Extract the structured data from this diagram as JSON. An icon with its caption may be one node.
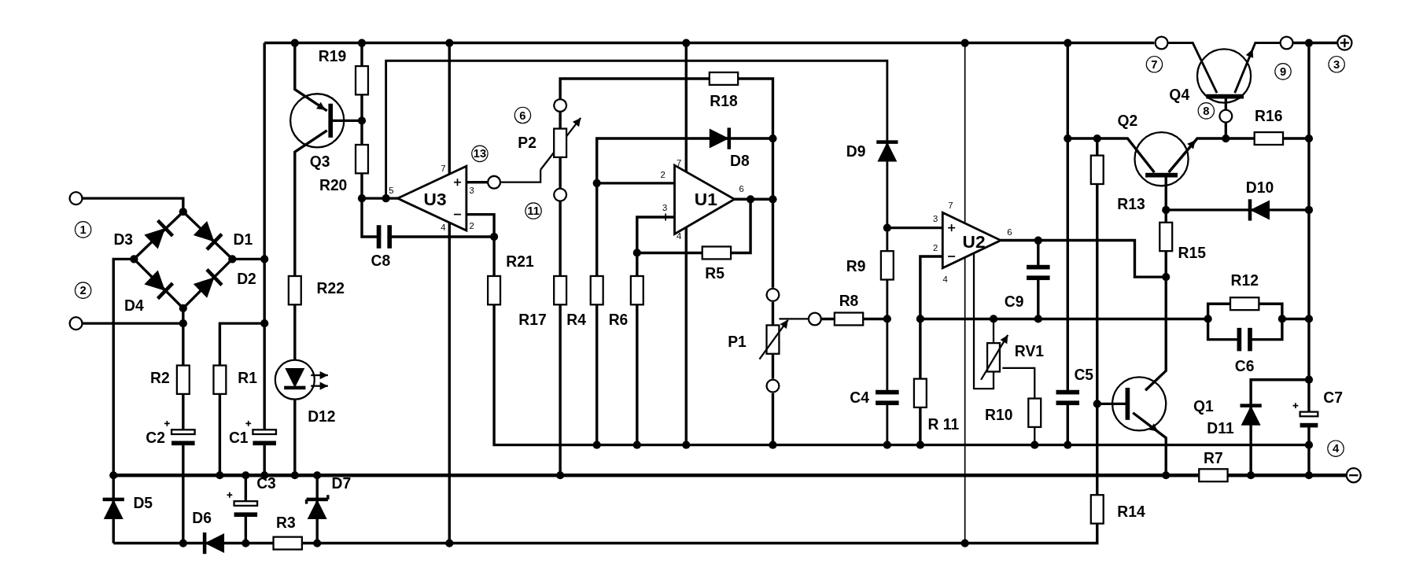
{
  "diagram": {
    "labels": [
      "1",
      "D3",
      "D1",
      "2",
      "D4",
      "D2",
      "R2",
      "R1",
      "C2",
      "C1",
      "R19",
      "Q3",
      "R20",
      "R22",
      "D12",
      "C8",
      "U3",
      "7",
      "5",
      "3",
      "4",
      "2",
      "13",
      "6",
      "P2",
      "11",
      "R21",
      "R17",
      "R4",
      "R6",
      "R18",
      "D8",
      "U1",
      "2",
      "7",
      "3",
      "4",
      "6",
      "R5",
      "P1",
      "R8",
      "D9",
      "R9",
      "C4",
      "U2",
      "3",
      "7",
      "2",
      "4",
      "6",
      "C9",
      "RV1",
      "R10",
      "R 11",
      "C5",
      "7",
      "Q4",
      "9",
      "3",
      "8",
      "Q2",
      "R16",
      "R13",
      "D10",
      "R15",
      "R12",
      "C6",
      "Q1",
      "D11",
      "C7",
      "4",
      "R7",
      "D5",
      "C3",
      "D7",
      "D6",
      "R3",
      "R14"
    ]
  }
}
